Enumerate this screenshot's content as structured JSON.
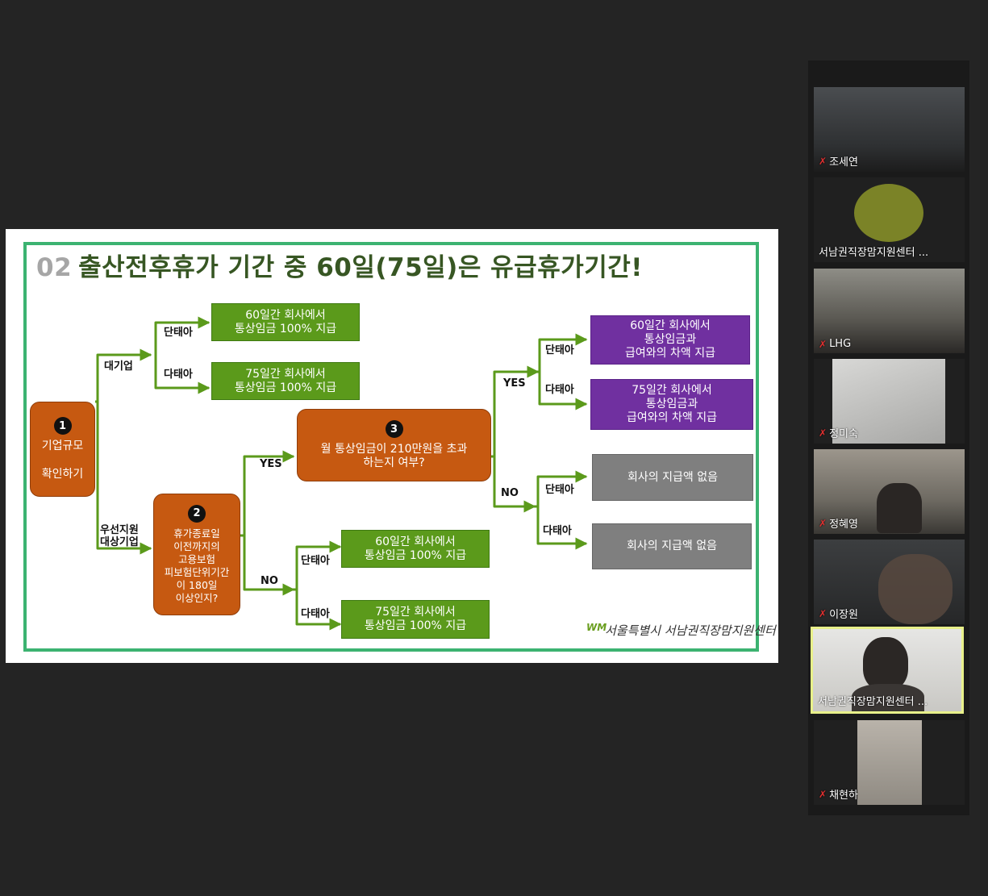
{
  "slide": {
    "title_num": "02",
    "title_text": "출산전후휴가 기간 중 60일(75일)은 유급휴가기간!",
    "step1": {
      "badge": "1",
      "line1": "기업규모",
      "line2": "확인하기"
    },
    "step2": {
      "badge": "2",
      "lines": [
        "휴가종료일",
        "이전까지의",
        "고용보험",
        "피보험단위기간",
        "이 180일",
        "이상인지?"
      ]
    },
    "step3": {
      "badge": "3",
      "line1": "월 통상임금이 210만원을 초과",
      "line2": "하는지 여부?"
    },
    "labels": {
      "large": "대기업",
      "priority_1": "우선지원",
      "priority_2": "대상기업",
      "single": "단태아",
      "multiple": "다태아",
      "yes": "YES",
      "no": "NO"
    },
    "boxes": {
      "g60": [
        "60일간 회사에서",
        "통상임금 100% 지급"
      ],
      "g75": [
        "75일간 회사에서",
        "통상임금 100% 지급"
      ],
      "p60": [
        "60일간 회사에서",
        "통상임금과",
        "급여와의 차액 지급"
      ],
      "p75": [
        "75일간 회사에서",
        "통상임금과",
        "급여와의 차액 지급"
      ],
      "none": "회사의 지급액 없음"
    },
    "logo_mark": "WM",
    "logo_text": "서울특별시 서남권직장맘지원센터"
  },
  "participants": [
    {
      "name": "조세연",
      "muted": true
    },
    {
      "name": "서남권직장맘지원센터 ...",
      "muted": false
    },
    {
      "name": "LHG",
      "muted": true
    },
    {
      "name": "정미숙",
      "muted": true
    },
    {
      "name": "정혜영",
      "muted": true
    },
    {
      "name": "이장원",
      "muted": true
    },
    {
      "name": "서남권직장맘지원센터 ...",
      "muted": false,
      "active": true
    },
    {
      "name": "채현하",
      "muted": true
    }
  ],
  "colors": {
    "accent_green": "#5b9a1b",
    "purple": "#7030a0",
    "gray": "#7f7f7f",
    "orange": "#c65911",
    "frame": "#3cb371",
    "active_speaker": "#e8f08a"
  },
  "icons": {
    "muted": "muted-mic-icon"
  }
}
